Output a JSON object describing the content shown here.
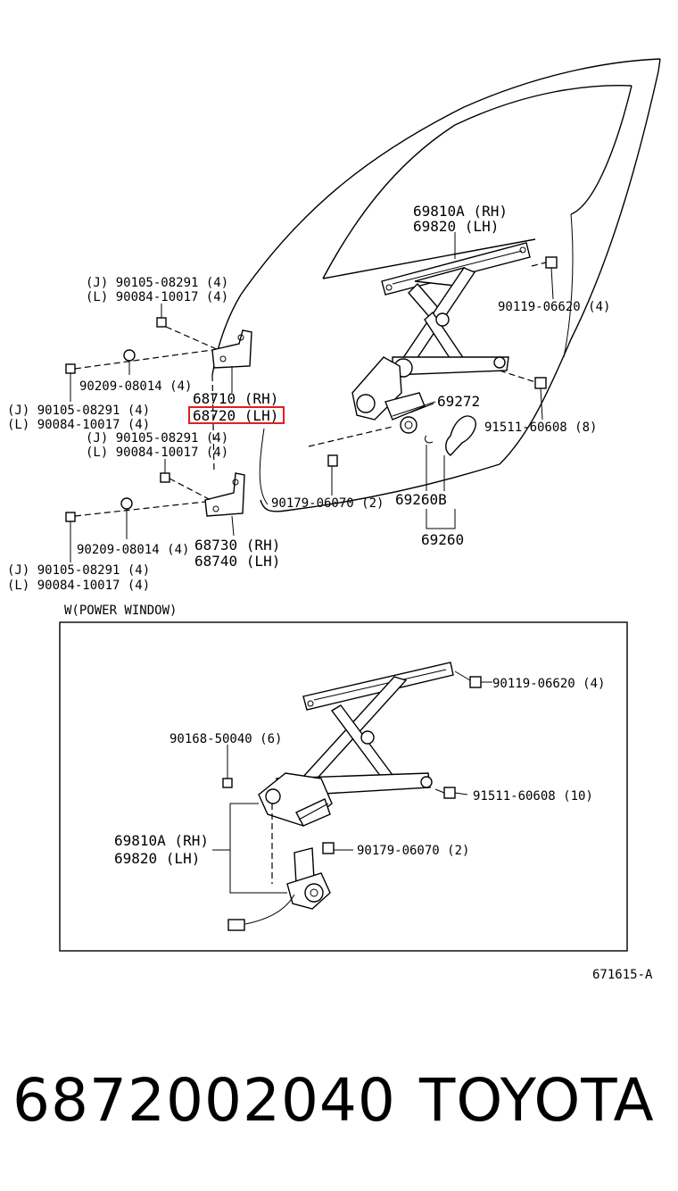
{
  "labels": {
    "l69810a": "69810A (RH)",
    "l69820": "69820  (LH)",
    "l90119a": "90119-06620 (4)",
    "l90105a": "(J) 90105-08291 (4)",
    "l90084a": "(L) 90084-10017 (4)",
    "l90209a": "90209-08014 (4)",
    "l68710": "68710 (RH)",
    "l68720": "68720 (LH)",
    "l90105b": "(J) 90105-08291 (4)",
    "l90084b": "(L) 90084-10017 (4)",
    "l90105c": "(J) 90105-08291 (4)",
    "l90084c": "(L) 90084-10017 (4)",
    "l69272": "69272",
    "l91511a": "91511-60608 (8)",
    "l90179a": "90179-06070 (2)",
    "l69260b": "69260B",
    "l69260": "69260",
    "l90209b": "90209-08014 (4)",
    "l68730": "68730 (RH)",
    "l68740": "68740 (LH)",
    "l90105d": "(J) 90105-08291 (4)",
    "l90084d": "(L) 90084-10017 (4)",
    "section": "W(POWER WINDOW)",
    "l90119b": "90119-06620 (4)",
    "l90168": "90168-50040 (6)",
    "l91511b": "91511-60608 (10)",
    "l69810a2": "69810A (RH)",
    "l698202": "69820  (LH)",
    "l90179b": "90179-06070 (2)",
    "figure_id": "671615-A"
  },
  "footer": {
    "part_number": "6872002040",
    "brand": "TOYOTA"
  },
  "highlight_color": "#e02020"
}
